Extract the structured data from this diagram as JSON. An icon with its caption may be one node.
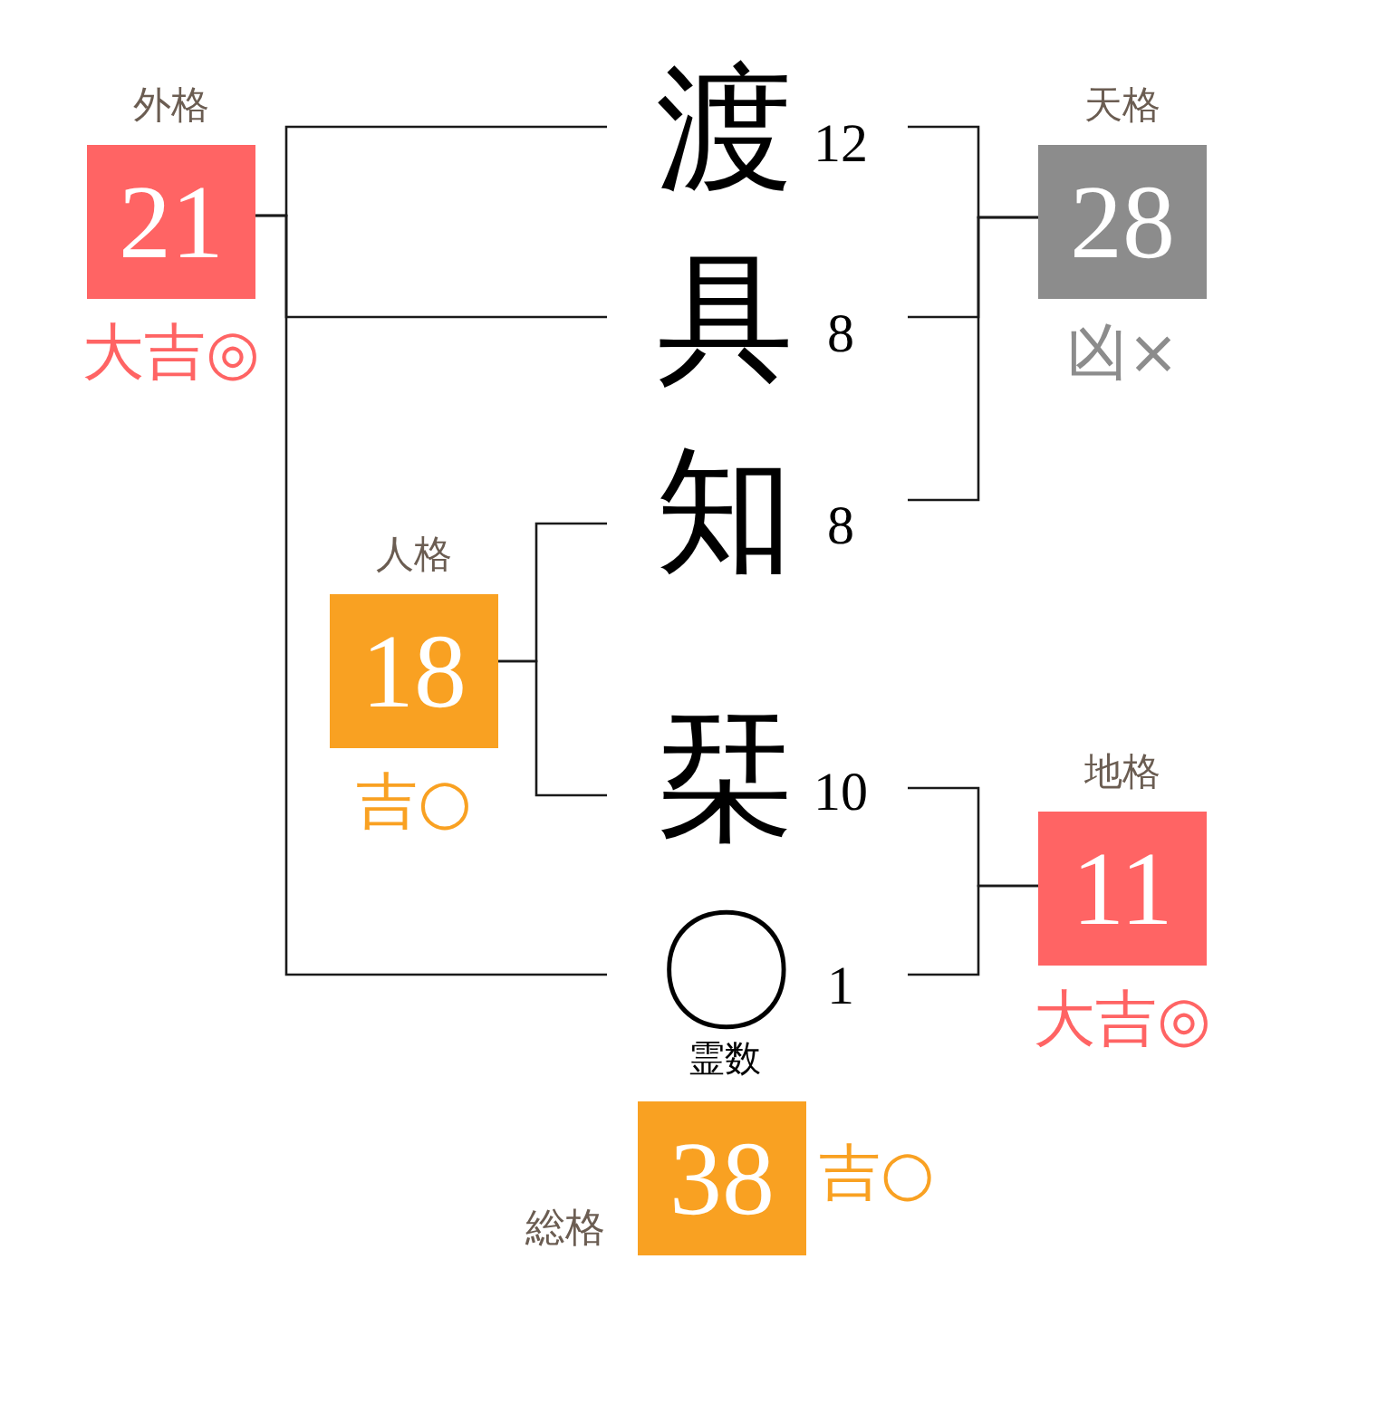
{
  "diagram": {
    "nodes": [
      {
        "text": [
          "外格",
          "21"
        ],
        "beside": [
          "大吉◎"
        ]
      },
      {
        "text": [
          "渡"
        ],
        "beside": [
          "12"
        ]
      },
      {
        "text": [
          "具"
        ],
        "beside": [
          "8"
        ]
      },
      {
        "text": [
          "知"
        ],
        "beside": [
          "8"
        ]
      },
      {
        "text": [
          "天格",
          "28"
        ],
        "beside": [
          "凶×"
        ]
      },
      {
        "text": [
          "人格",
          "18"
        ],
        "beside": [
          "吉○"
        ]
      },
      {
        "text": [
          "栞"
        ],
        "beside": [
          "10"
        ]
      },
      {
        "text": [
          "〇"
        ],
        "beside": [
          "1",
          "霊数"
        ]
      },
      {
        "text": [
          "地格",
          "11"
        ],
        "beside": [
          "大吉◎"
        ]
      },
      {
        "text": [
          "総格",
          "38"
        ],
        "beside": [
          "吉○"
        ]
      }
    ],
    "edges": [
      {
        "from": 1,
        "to": 0,
        "arrow": "none"
      },
      {
        "from": 2,
        "to": 0,
        "arrow": "none"
      },
      {
        "from": 7,
        "to": 0,
        "arrow": "none"
      },
      {
        "from": 1,
        "to": 4,
        "arrow": "none"
      },
      {
        "from": 2,
        "to": 4,
        "arrow": "none"
      },
      {
        "from": 3,
        "to": 4,
        "arrow": "none"
      },
      {
        "from": 3,
        "to": 5,
        "arrow": "none"
      },
      {
        "from": 6,
        "to": 5,
        "arrow": "none"
      },
      {
        "from": 6,
        "to": 8,
        "arrow": "none"
      },
      {
        "from": 7,
        "to": 8,
        "arrow": "none"
      }
    ]
  }
}
